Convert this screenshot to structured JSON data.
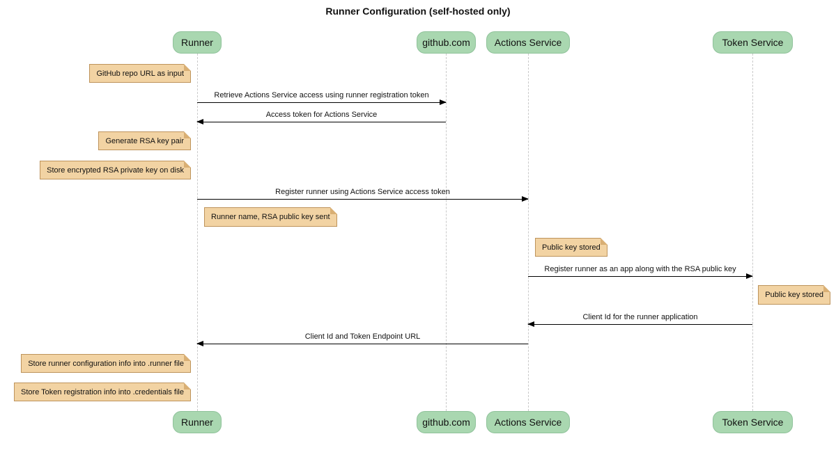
{
  "title": "Runner Configuration (self-hosted only)",
  "participants": [
    {
      "label": "Runner"
    },
    {
      "label": "github.com"
    },
    {
      "label": "Actions Service"
    },
    {
      "label": "Token Service"
    }
  ],
  "notes": [
    {
      "over": "Runner",
      "side": "left",
      "text": "GitHub repo URL as input"
    },
    {
      "over": "Runner",
      "side": "left",
      "text": "Generate RSA key pair"
    },
    {
      "over": "Runner",
      "side": "left",
      "text": "Store encrypted RSA private key on disk"
    },
    {
      "over": "Runner",
      "side": "right",
      "text": "Runner name, RSA public key sent"
    },
    {
      "over": "Actions Service",
      "side": "right",
      "text": "Public key stored"
    },
    {
      "over": "Token Service",
      "side": "right",
      "text": "Public key stored"
    },
    {
      "over": "Runner",
      "side": "left",
      "text": "Store runner configuration info into .runner file"
    },
    {
      "over": "Runner",
      "side": "left",
      "text": "Store Token registration info into .credentials file"
    }
  ],
  "messages": [
    {
      "from": "Runner",
      "to": "github.com",
      "text": "Retrieve Actions Service access using runner registration token"
    },
    {
      "from": "github.com",
      "to": "Runner",
      "text": "Access token for Actions Service"
    },
    {
      "from": "Runner",
      "to": "Actions Service",
      "text": "Register runner using Actions Service access token"
    },
    {
      "from": "Actions Service",
      "to": "Token Service",
      "text": "Register runner as an app along with the RSA public key"
    },
    {
      "from": "Token Service",
      "to": "Actions Service",
      "text": "Client Id for the runner application"
    },
    {
      "from": "Actions Service",
      "to": "Runner",
      "text": "Client Id and Token Endpoint URL"
    }
  ],
  "colors": {
    "background": "#ffffff",
    "participant_fill": "#a9d7b0",
    "participant_border": "#8fc29a",
    "note_fill": "#f2d3a3",
    "note_border": "#bd935b",
    "note_fold": "#d9af74",
    "lifeline": "#c9c9c9",
    "arrow": "#000000",
    "text": "#111111"
  }
}
